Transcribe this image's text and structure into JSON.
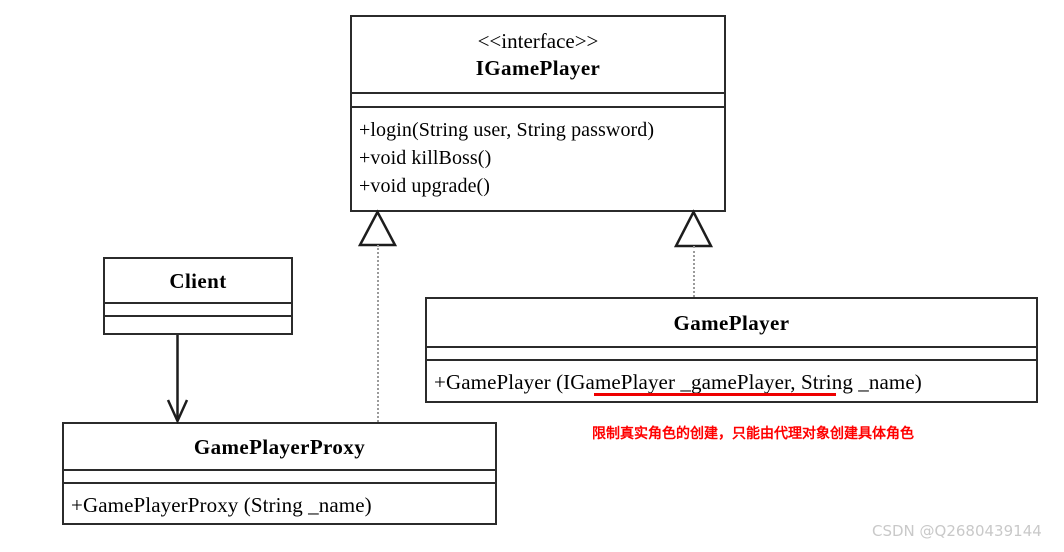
{
  "diagram": {
    "title": "Proxy pattern UML class diagram",
    "colors": {
      "box_border": "#2b2b2b",
      "line": "#1d1d1d",
      "dotted_line": "#9b9b9b",
      "annotation_red": "#ff0000",
      "underline_red": "#ee0000",
      "watermark": "#c9c9c9",
      "background": "#ffffff"
    },
    "classes": {
      "igameplayer": {
        "stereotype": "<<interface>>",
        "name": "IGamePlayer",
        "attributes": [],
        "methods": [
          "+login(String user, String password)",
          "+void killBoss()",
          "+void upgrade()"
        ]
      },
      "client": {
        "name": "Client",
        "attributes": [],
        "methods": []
      },
      "gameplayer": {
        "name": "GamePlayer",
        "attributes": [],
        "methods": [
          "+GamePlayer (IGamePlayer _gamePlayer,  String _name)"
        ]
      },
      "gameplayerproxy": {
        "name": "GamePlayerProxy",
        "attributes": [],
        "methods": [
          "+GamePlayerProxy (String _name)"
        ]
      }
    },
    "relations": [
      {
        "id": "proxy-realizes-interface",
        "type": "realization",
        "from": "GamePlayerProxy",
        "to": "IGamePlayer",
        "style": "dotted-line-hollow-triangle"
      },
      {
        "id": "gameplayer-realizes-interface",
        "type": "realization",
        "from": "GamePlayer",
        "to": "IGamePlayer",
        "style": "dotted-line-hollow-triangle"
      },
      {
        "id": "client-uses-proxy",
        "type": "dependency",
        "from": "Client",
        "to": "GamePlayerProxy",
        "style": "solid-line-open-arrow"
      }
    ],
    "annotation": {
      "text": "限制真实角色的创建，只能由代理对象创建具体角色",
      "target": "IGamePlayer _gamePlayer"
    },
    "watermark": "CSDN @Q2680439144"
  }
}
